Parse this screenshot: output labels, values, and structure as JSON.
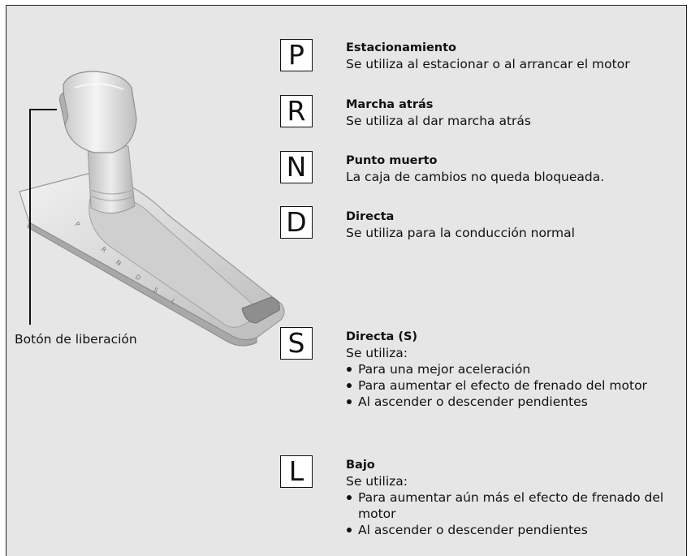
{
  "release_button": {
    "label": "Botón de liberación"
  },
  "gears": [
    {
      "letter": "P",
      "title": "Estacionamiento",
      "description": "Se utiliza al estacionar o al arrancar el motor",
      "items": []
    },
    {
      "letter": "R",
      "title": "Marcha atrás",
      "description": "Se utiliza al dar marcha atrás",
      "items": []
    },
    {
      "letter": "N",
      "title": "Punto muerto",
      "description": "La caja de cambios no queda bloqueada.",
      "items": []
    },
    {
      "letter": "D",
      "title": "Directa",
      "description": "Se utiliza para la conducción normal",
      "items": []
    },
    {
      "letter": "S",
      "title": "Directa (S)",
      "description": "Se utiliza:",
      "items": [
        "Para una mejor aceleración",
        "Para aumentar el efecto de frenado del motor",
        "Al ascender o descender pendientes"
      ]
    },
    {
      "letter": "L",
      "title": "Bajo",
      "description": "Se utiliza:",
      "items": [
        "Para aumentar aún más el efecto de frenado del motor",
        "Al ascender o descender pendientes"
      ]
    }
  ],
  "shifter_gate_letters": [
    "P",
    "R",
    "N",
    "D",
    "S",
    "L"
  ]
}
